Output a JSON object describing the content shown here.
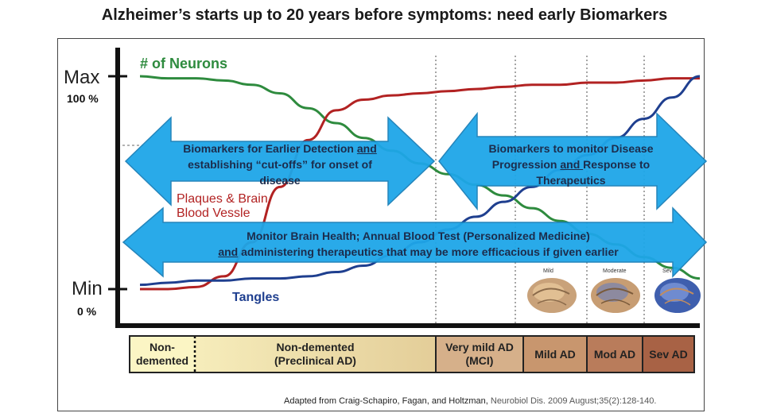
{
  "title": "Alzheimer’s starts up to 20 years before symptoms: need early Biomarkers",
  "axis": {
    "max_label": "Max",
    "max_pct": "100 %",
    "min_label": "Min",
    "min_pct": "0 %"
  },
  "chart_data": {
    "type": "line",
    "x": [
      0,
      5,
      10,
      15,
      20,
      25,
      30,
      35,
      40,
      45,
      50,
      55,
      60,
      65,
      70,
      75,
      80,
      85,
      90,
      95,
      100
    ],
    "ylim": [
      0,
      100
    ],
    "series": [
      {
        "name": "# of Neurons",
        "color": "#2e8b3e",
        "values": [
          100,
          99,
          99,
          98,
          96,
          92,
          85,
          78,
          71,
          65,
          59,
          54,
          49,
          44,
          38,
          32,
          26,
          21,
          15,
          10,
          5
        ]
      },
      {
        "name": "Plaques & Brain Blood Vessle",
        "color": "#b22222",
        "values": [
          0,
          0,
          1,
          6,
          22,
          48,
          70,
          84,
          89,
          91,
          92,
          93,
          94,
          95,
          96,
          96,
          97,
          97,
          98,
          99,
          99
        ]
      },
      {
        "name": "Tangles",
        "color": "#1f3f8f",
        "values": [
          2,
          3,
          4,
          4,
          5,
          5,
          6,
          8,
          11,
          16,
          22,
          28,
          34,
          41,
          48,
          56,
          63,
          71,
          80,
          90,
          100
        ]
      }
    ]
  },
  "arrows": {
    "early_detection": {
      "text_pre": "Biomarkers for Earlier Detection ",
      "text_u": "and",
      "text_post": " establishing “cut-offs” for onset of disease"
    },
    "monitor_progression": {
      "text_pre": "Biomarkers to monitor Disease Progression ",
      "text_u": "and ",
      "text_post": "Response to Therapeutics"
    },
    "brain_health": {
      "line1": "Monitor Brain Health; Annual Blood Test (Personalized Medicine)",
      "line2_u": "and",
      "line2_post": " administering therapeutics that may be more efficacious if given earlier"
    }
  },
  "brains": [
    {
      "label": "Mild"
    },
    {
      "label": "Moderate"
    },
    {
      "label": "Sev"
    }
  ],
  "stages": [
    {
      "label": "Non-\ndemented",
      "color": "#fbf5c4"
    },
    {
      "label": "Non-demented\n(Preclinical AD)",
      "color": "#ead9a6"
    },
    {
      "label": "Very mild AD\n(MCI)",
      "color": "#d9b690"
    },
    {
      "label": "Mild AD",
      "color": "#c8966e"
    },
    {
      "label": "Mod AD",
      "color": "#b97c5b"
    },
    {
      "label": "Sev AD",
      "color": "#a86245"
    }
  ],
  "citation": {
    "authors": "Adapted from Craig-Schapiro, Fagan, and Holtzman,",
    "journal": " Neurobiol Dis. 2009 August;35(2):128-140."
  }
}
